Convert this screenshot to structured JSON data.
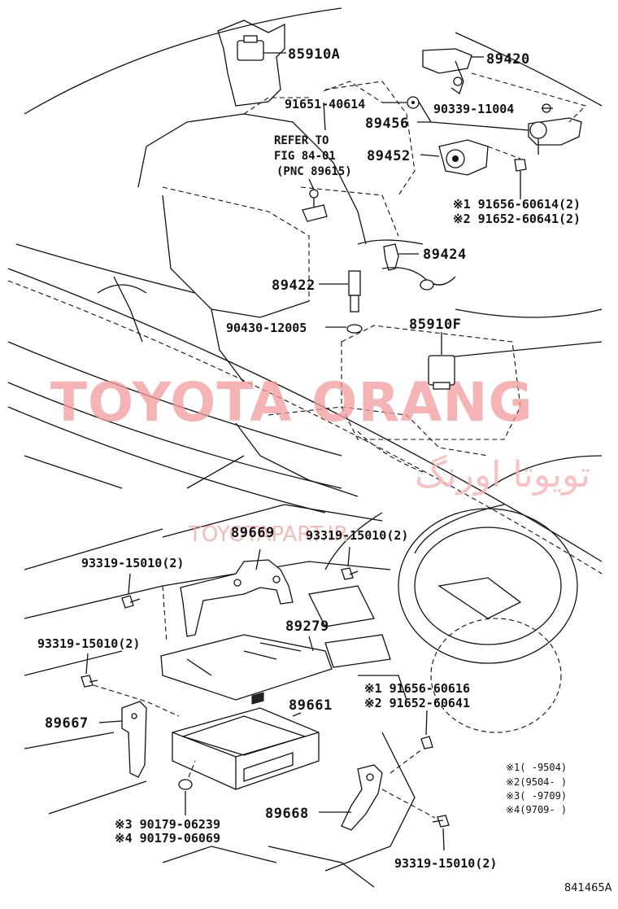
{
  "watermark": {
    "brand": "TOYOTA ORANG",
    "persian": "تویوتا اورنگ",
    "site": "TOYOTAPART.IR"
  },
  "part_numbers": {
    "p85910a": "85910A",
    "p89420": "89420",
    "p91651": "91651-40614",
    "p90339": "90339-11004",
    "p89456": "89456",
    "p89452": "89452",
    "p91656_2": "※1 91656-60614(2)",
    "p91652_2": "※2 91652-60641(2)",
    "p89424": "89424",
    "p89422": "89422",
    "p90430": "90430-12005",
    "p85910f": "85910F",
    "p89669": "89669",
    "p93319_a": "93319-15010(2)",
    "p93319_b": "93319-15010(2)",
    "p89279": "89279",
    "p93319_c": "93319-15010(2)",
    "p91656": "※1 91656-60616",
    "p91652": "※2 91652-60641",
    "p89661": "89661",
    "p89667": "89667",
    "p90179_a": "※3 90179-06239",
    "p90179_b": "※4 90179-06069",
    "p89668": "89668",
    "p93319_d": "93319-15010(2)"
  },
  "refer_note": {
    "line1": "REFER TO",
    "line2": "FIG 84-01",
    "line3": "(PNC 89615)"
  },
  "legend": {
    "l1": "※1(      -9504)",
    "l2": "※2(9504-      )",
    "l3": "※3(      -9709)",
    "l4": "※4(9709-      )"
  },
  "figure_id": "841465A"
}
